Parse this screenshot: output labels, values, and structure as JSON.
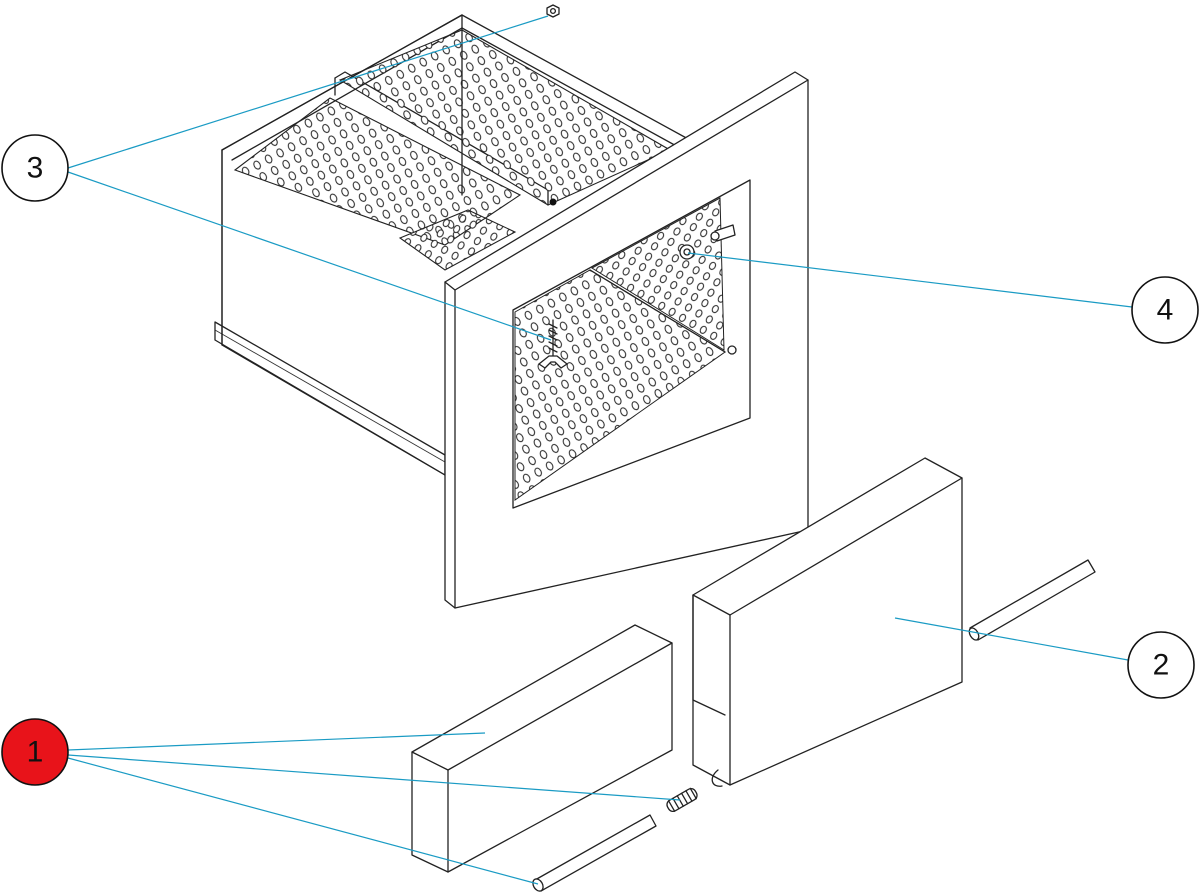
{
  "callouts": [
    {
      "id": "1",
      "label": "1",
      "fill": "#e8131a",
      "highlighted": true
    },
    {
      "id": "2",
      "label": "2",
      "fill": "#ffffff",
      "highlighted": false
    },
    {
      "id": "3",
      "label": "3",
      "fill": "#ffffff",
      "highlighted": false
    },
    {
      "id": "4",
      "label": "4",
      "fill": "#ffffff",
      "highlighted": false
    }
  ],
  "colors": {
    "leader": "#1a9bc4",
    "highlight": "#e8131a",
    "linework": "#222222"
  }
}
